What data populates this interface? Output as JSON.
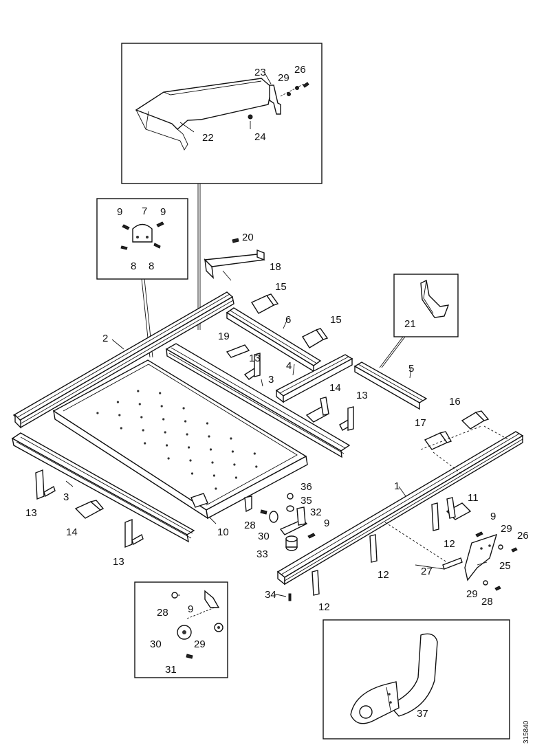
{
  "diagram": {
    "drawing_number": "315840",
    "labels": {
      "l1": "1",
      "l2": "2",
      "l3a": "3",
      "l3b": "3",
      "l4": "4",
      "l5": "5",
      "l6": "6",
      "l7": "7",
      "l8a": "8",
      "l8b": "8",
      "l9a": "9",
      "l9b": "9",
      "l9c": "9",
      "l9d": "9",
      "l9e": "9",
      "l10": "10",
      "l11": "11",
      "l12a": "12",
      "l12b": "12",
      "l12c": "12",
      "l13a": "13",
      "l13b": "13",
      "l13c": "13",
      "l13d": "13",
      "l14a": "14",
      "l14b": "14",
      "l15a": "15",
      "l15b": "15",
      "l16": "16",
      "l17": "17",
      "l18": "18",
      "l19": "19",
      "l20": "20",
      "l21": "21",
      "l22": "22",
      "l23": "23",
      "l24": "24",
      "l25": "25",
      "l26a": "26",
      "l26b": "26",
      "l27": "27",
      "l28a": "28",
      "l28b": "28",
      "l28c": "28",
      "l29a": "29",
      "l29b": "29",
      "l29c": "29",
      "l29d": "29",
      "l30a": "30",
      "l30b": "30",
      "l31": "31",
      "l32": "32",
      "l33": "33",
      "l34": "34",
      "l35": "35",
      "l36": "36",
      "l37": "37"
    }
  }
}
